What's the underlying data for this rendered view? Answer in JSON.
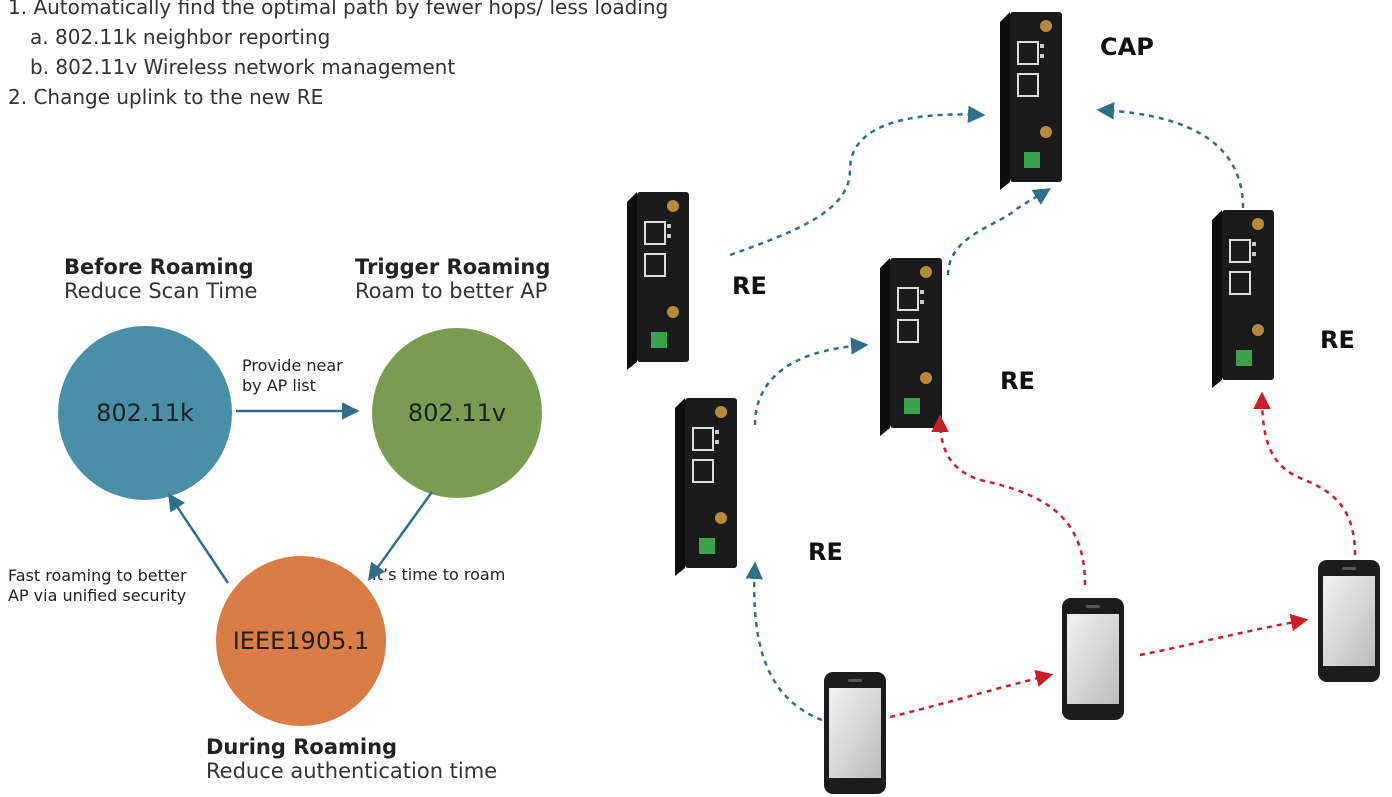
{
  "steps": {
    "line1": "1. Automatically find the optimal path by fewer hops/ less loading",
    "line1a": "a. 802.11k neighbor reporting",
    "line1b": "b. 802.11v Wireless network management",
    "line2": "2. Change uplink to the new RE"
  },
  "before": {
    "title": "Before Roaming",
    "desc": "Reduce Scan Time"
  },
  "trigger": {
    "title": "Trigger Roaming",
    "desc": "Roam to better AP"
  },
  "during": {
    "title": "During Roaming",
    "desc": "Reduce authentication time"
  },
  "circles": {
    "k": {
      "label": "802.11k",
      "color": "#4a8fa8"
    },
    "v": {
      "label": "802.11v",
      "color": "#7a9c52"
    },
    "ieee": {
      "label": "IEEE1905.1",
      "color": "#d97c45"
    }
  },
  "edges": {
    "k_to_v": [
      "Provide near",
      "by AP list"
    ],
    "v_to_ieee": "It’s time to roam",
    "ieee_to_k": [
      "Fast roaming to better",
      "AP via unified security"
    ]
  },
  "nodes": {
    "cap": "CAP",
    "re_left": "RE",
    "re_mid": "RE",
    "re_lower": "RE",
    "re_right": "RE"
  },
  "colors": {
    "blue_link": "#2f6f8a",
    "red_link": "#c8202a",
    "arrow": "#2f6f8a"
  },
  "icons": {
    "router": "router-icon",
    "phone": "smartphone-icon"
  }
}
